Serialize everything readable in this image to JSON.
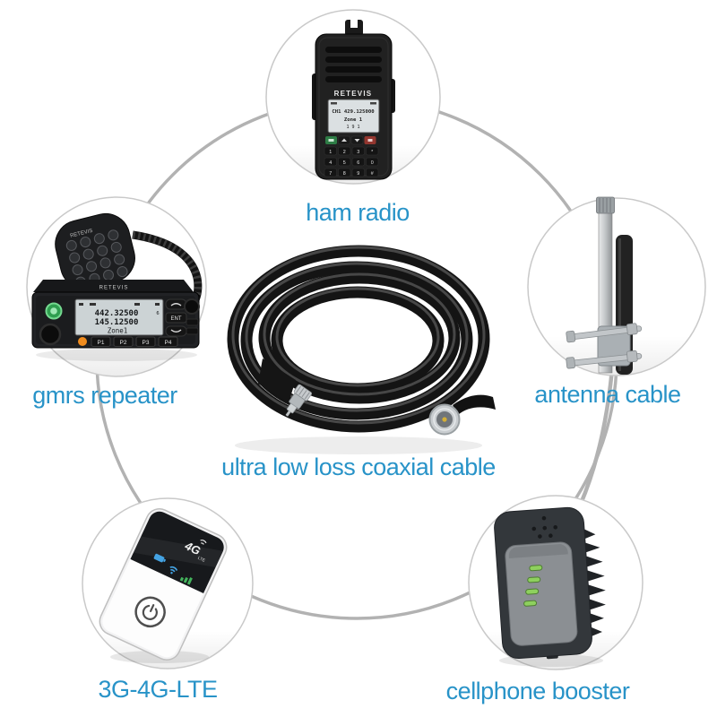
{
  "canvas": {
    "background": "#ffffff",
    "accent_blue": "#2893c8",
    "ring_color": "#b2b2b2"
  },
  "items": [
    {
      "id": "ham-radio",
      "label": "ham radio"
    },
    {
      "id": "gmrs-repeater",
      "label": "gmrs repeater"
    },
    {
      "id": "antenna-cable",
      "label": "antenna cable"
    },
    {
      "id": "coaxial-cable",
      "label": "ultra low loss coaxial cable"
    },
    {
      "id": "lte-hotspot",
      "label": "3G-4G-LTE"
    },
    {
      "id": "cellphone-booster",
      "label": "cellphone booster"
    }
  ],
  "devices": {
    "ham_radio": {
      "brand": "RETEVIS",
      "display": {
        "line1": "CH1 429.125000",
        "line2": "Zone 1",
        "line3": "1 9 1"
      },
      "keypad": [
        "1",
        "2",
        "3",
        "*",
        "4",
        "5",
        "6",
        "0",
        "7",
        "8",
        "9",
        "#"
      ]
    },
    "gmrs_repeater": {
      "brand": "RETEVIS",
      "display": {
        "line1": "442.32500",
        "flag1": "6",
        "line2": "145.12500",
        "line3": "Zone1"
      },
      "buttons": [
        "P1",
        "P2",
        "P3",
        "P4"
      ],
      "ent_label": "ENT"
    },
    "hotspot": {
      "logo": "4G",
      "logo_sub": "LTE"
    }
  },
  "colors": {
    "led_green": "#8ed05e",
    "hotspot_icon_blue": "#44a3e3",
    "hotspot_icon_green": "#43b45c",
    "power_button_green": "#2f9e4f",
    "orange_button": "#f08c1e"
  }
}
